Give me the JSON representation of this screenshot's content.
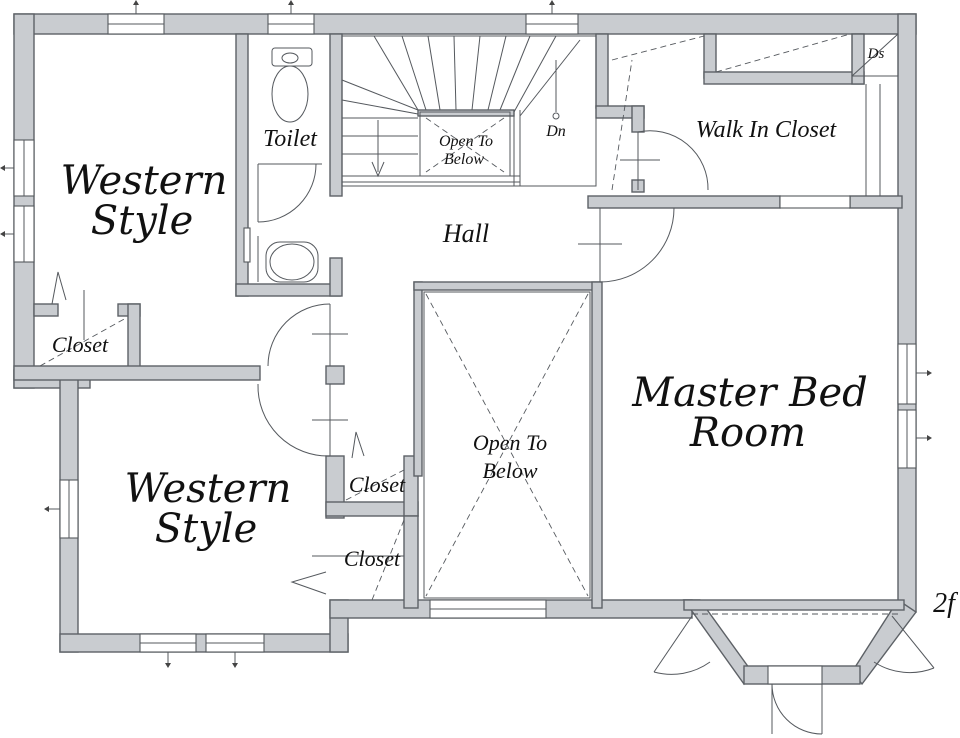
{
  "plan": {
    "rooms": {
      "western_style_1": [
        "Western",
        "Style"
      ],
      "western_style_2": [
        "Western",
        "Style"
      ],
      "master_bed_room": [
        "Master Bed",
        "Room"
      ],
      "toilet": "Toilet",
      "hall": "Hall",
      "walk_in_closet": "Walk In Closet",
      "closet_1": "Closet",
      "closet_2": "Closet",
      "closet_3": "Closet",
      "open_to_below_stair": [
        "Open To",
        "Below"
      ],
      "open_to_below_main": [
        "Open To",
        "Below"
      ],
      "stair_down": "Dn",
      "duct_shaft": "Ds",
      "floor_label": "2f"
    },
    "colors": {
      "wall_fill": "#c9ccd0",
      "wall_stroke": "#5d6166",
      "line": "#55595e"
    }
  }
}
